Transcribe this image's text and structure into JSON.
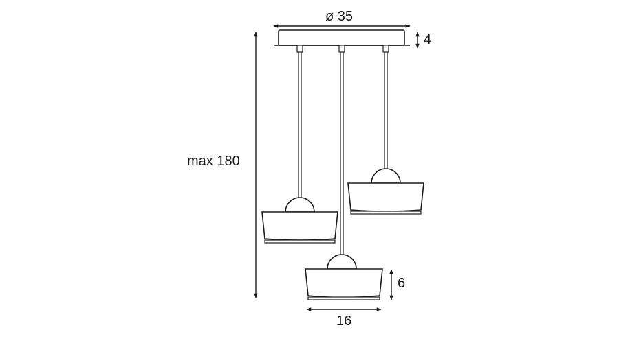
{
  "dimensions": {
    "canopy_diameter": "ø 35",
    "canopy_height": "4",
    "max_height": "max 180",
    "shade_height": "6",
    "shade_width": "16"
  },
  "colors": {
    "line": "#1a1a1a",
    "fill": "#ffffff"
  }
}
